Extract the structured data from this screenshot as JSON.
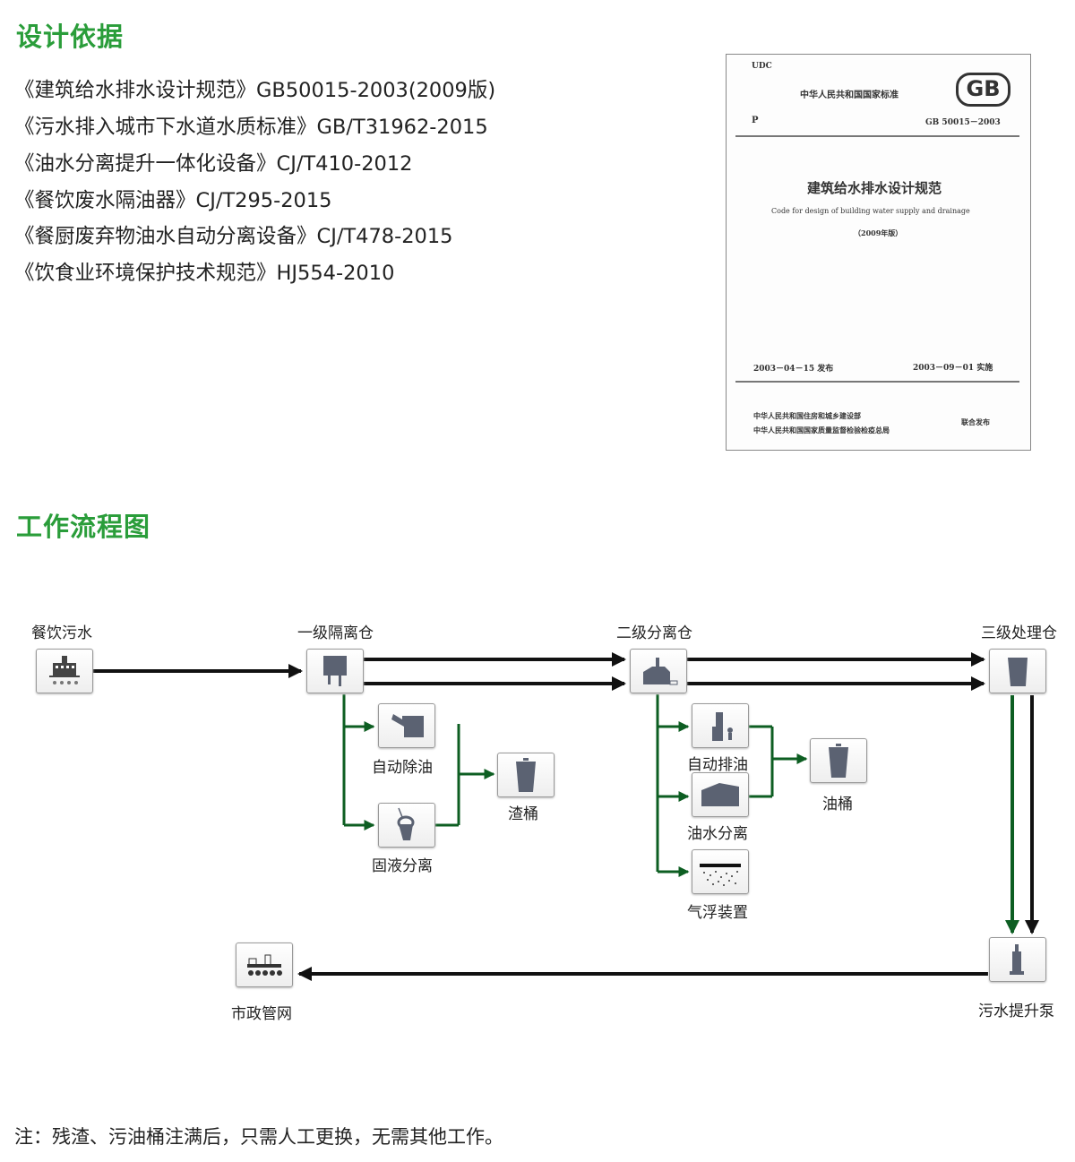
{
  "section1": {
    "title": "设计依据",
    "references": [
      "《建筑给水排水设计规范》GB50015-2003(2009版)",
      "《污水排入城市下水道水质标准》GB/T31962-2015",
      "《油水分离提升一体化设备》CJ/T410-2012",
      "《餐饮废水隔油器》CJ/T295-2015",
      "《餐厨废弃物油水自动分离设备》CJ/T478-2015",
      "《饮食业环境保护技术规范》HJ554-2010"
    ]
  },
  "cover": {
    "udc": "UDC",
    "national_standard": "中华人民共和国国家标准",
    "logo": "GB",
    "category": "P",
    "code": "GB 50015－2003",
    "title": "建筑给水排水设计规范",
    "subtitle": "Code for design of building water supply and drainage",
    "edition": "（2009年版）",
    "issue_date": "2003－04－15 发布",
    "effective_date": "2003－09－01 实施",
    "issuer_1": "中华人民共和国住房和城乡建设部",
    "issuer_2": "中华人民共和国国家质量监督检验检疫总局",
    "joint": "联合发布"
  },
  "section2": {
    "title": "工作流程图",
    "nodes": {
      "source": "餐饮污水",
      "stage1": "一级隔离仓",
      "stage2": "二级分离仓",
      "stage3": "三级处理仓",
      "auto_oil_removal": "自动除油",
      "solid_liquid": "固液分离",
      "residue_bucket": "渣桶",
      "auto_oil_drain": "自动排油",
      "oil_water_sep": "油水分离",
      "air_flotation": "气浮装置",
      "oil_bucket": "油桶",
      "lift_pump": "污水提升泵",
      "municipal": "市政管网"
    }
  },
  "note": "注：残渣、污油桶注满后，只需人工更换，无需其他工作。",
  "colors": {
    "heading": "#2a9d3a",
    "flow_main": "#111111",
    "flow_branch": "#0d5e22",
    "icon": "#5b6272"
  }
}
